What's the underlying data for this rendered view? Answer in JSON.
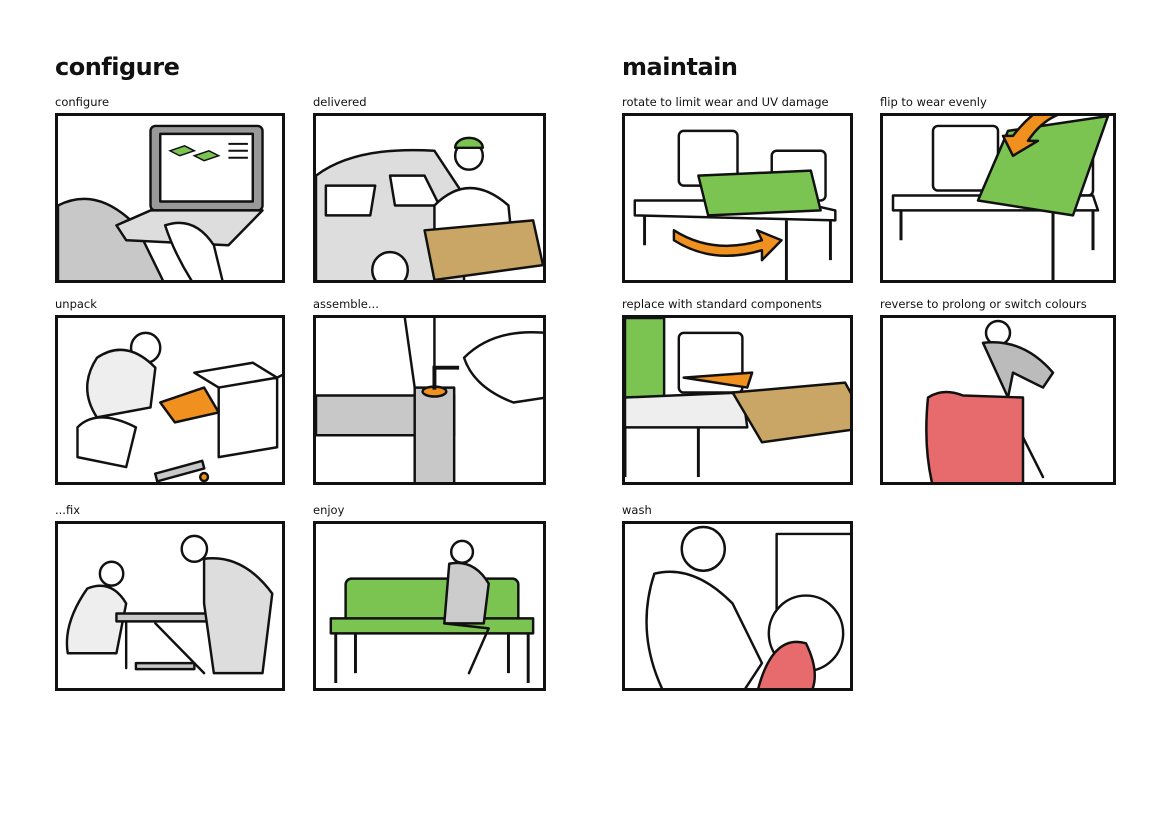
{
  "sections": {
    "configure": "configure",
    "maintain": "maintain"
  },
  "panels": [
    {
      "id": "configure",
      "label": "configure"
    },
    {
      "id": "delivered",
      "label": "delivered"
    },
    {
      "id": "unpack",
      "label": "unpack"
    },
    {
      "id": "assemble",
      "label": "assemble..."
    },
    {
      "id": "fix",
      "label": "...fix"
    },
    {
      "id": "enjoy",
      "label": "enjoy"
    },
    {
      "id": "rotate",
      "label": "rotate to limit wear and UV damage"
    },
    {
      "id": "flip",
      "label": "flip to wear evenly"
    },
    {
      "id": "replace",
      "label": "replace with standard components"
    },
    {
      "id": "reverse",
      "label": "reverse to prolong or switch colours"
    },
    {
      "id": "wash",
      "label": "wash"
    }
  ],
  "colors": {
    "green": "#7cc452",
    "orange": "#f0901e",
    "tan": "#c9a665",
    "red": "#e76a6c",
    "grey": "#c8c8c8"
  }
}
